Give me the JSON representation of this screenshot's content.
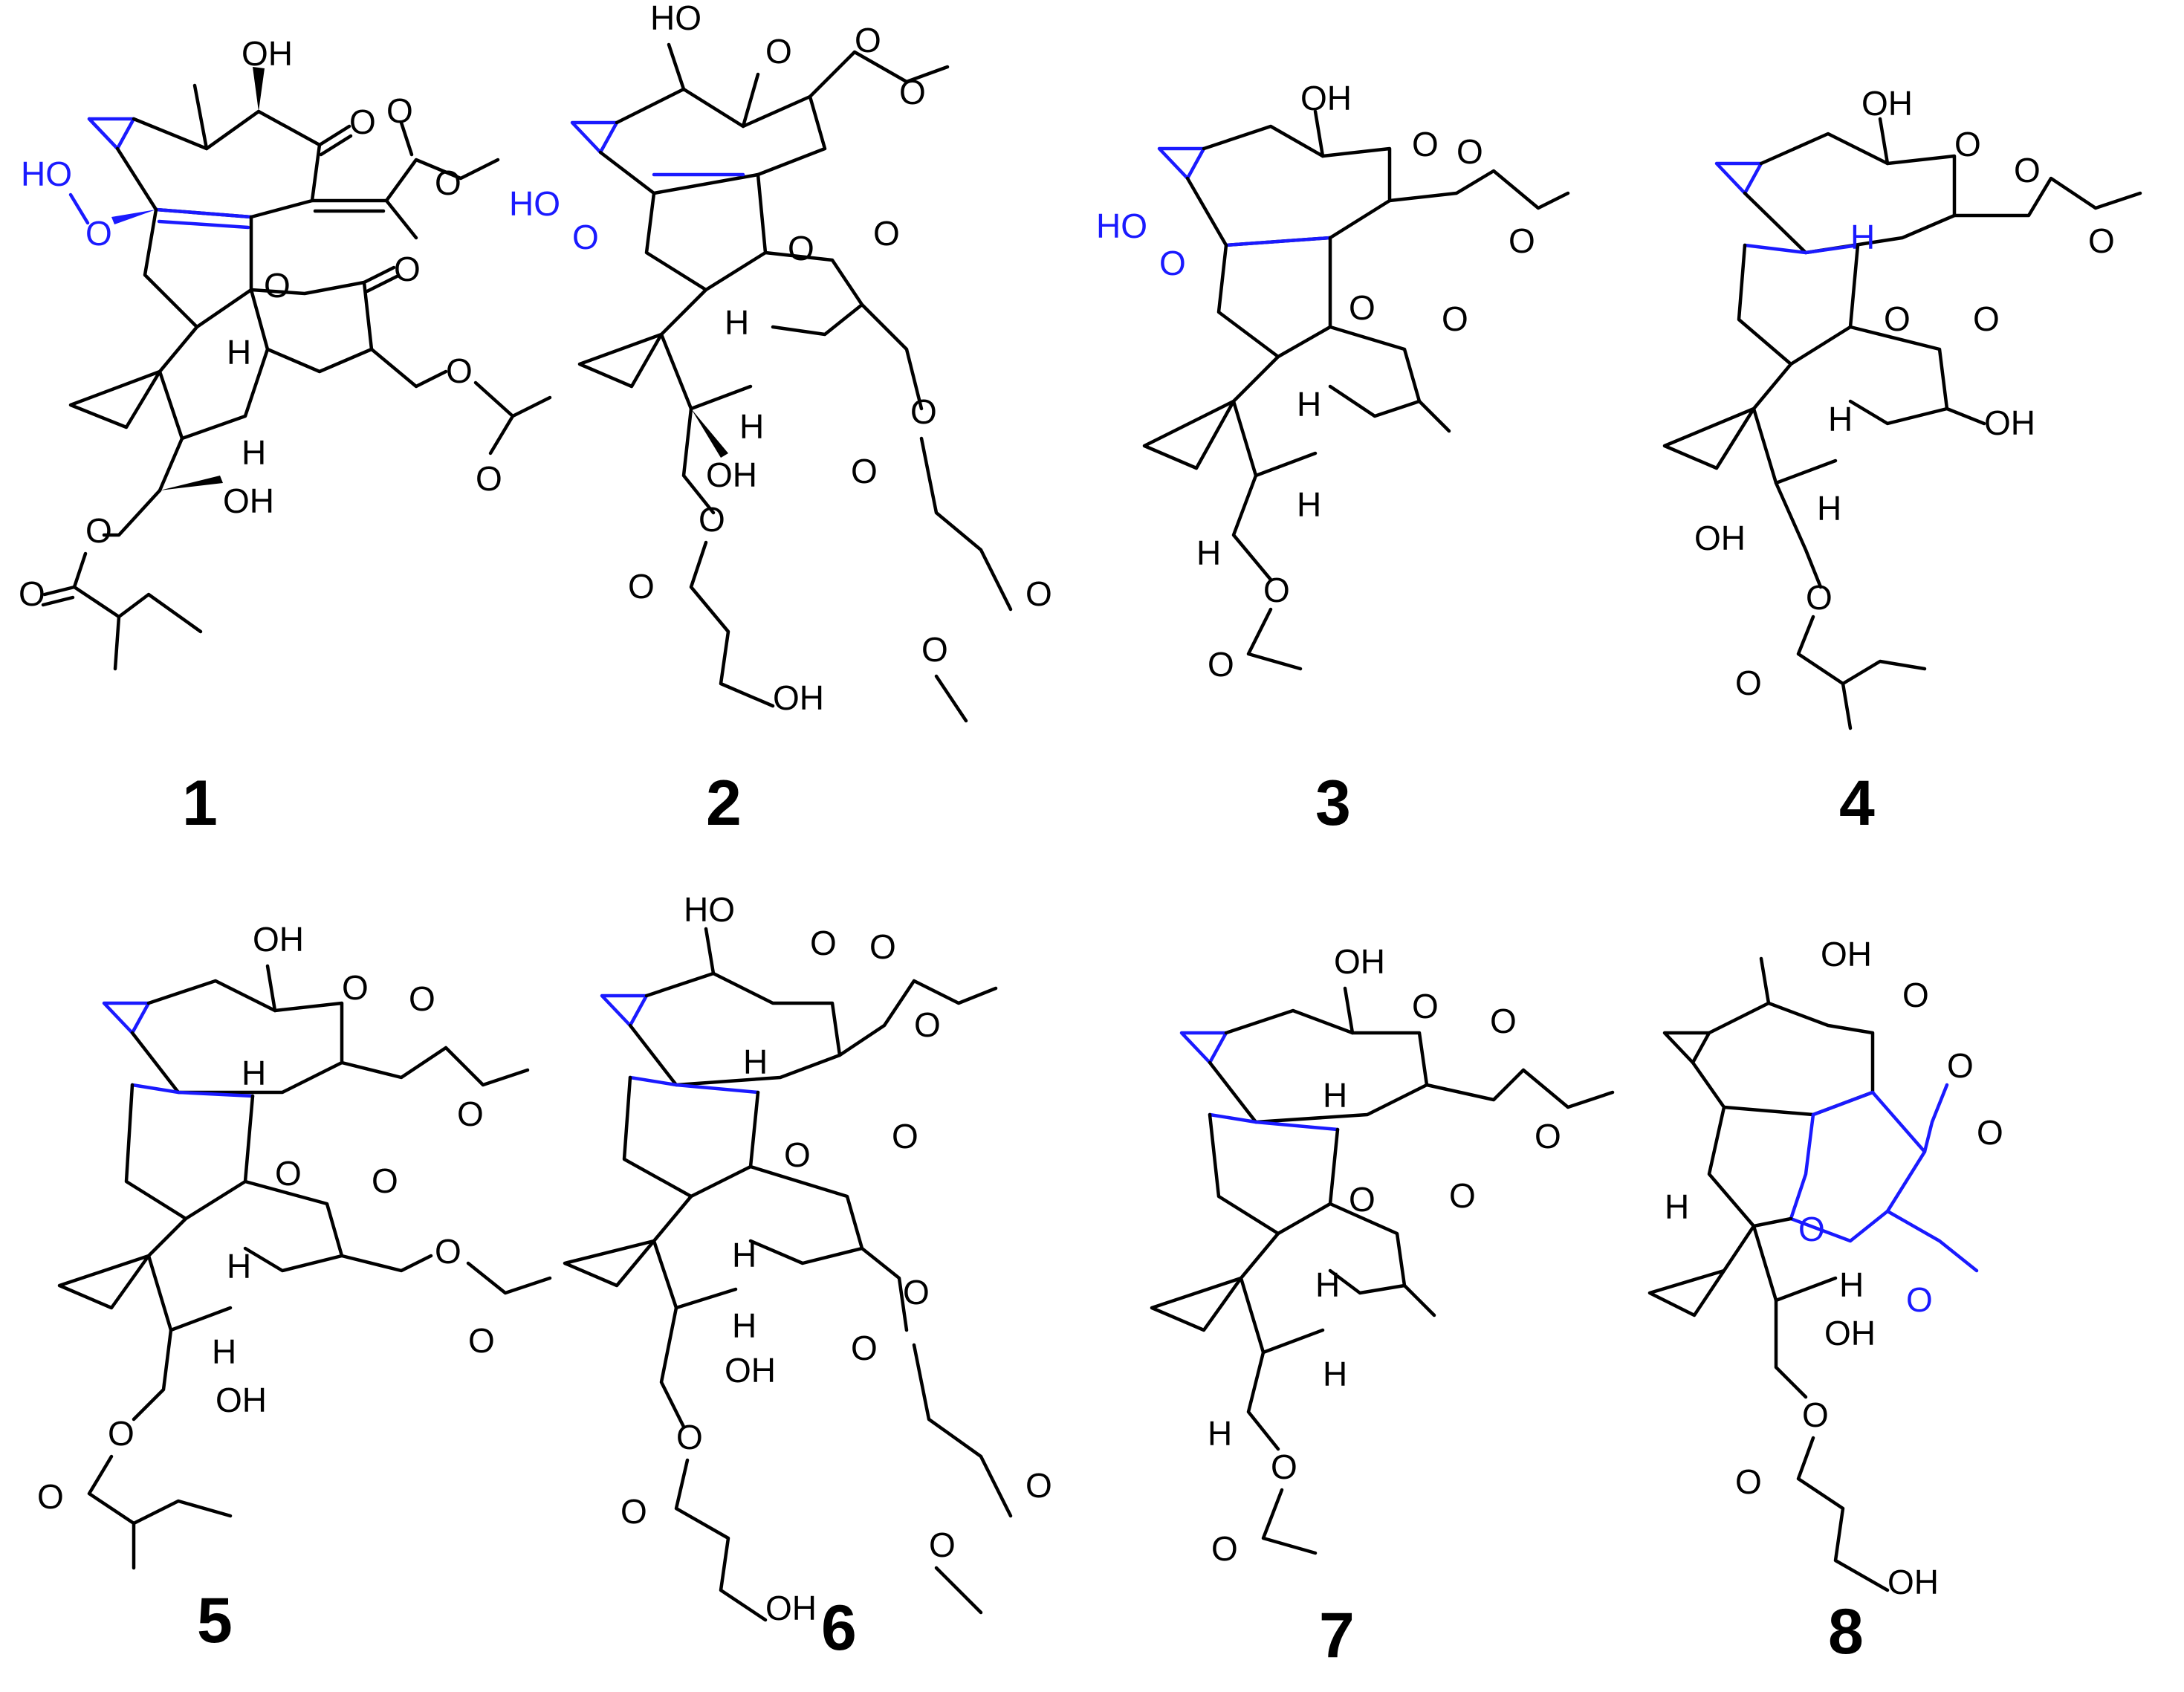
{
  "compounds": [
    {
      "number": "1",
      "highlight_color": "#1a1aff"
    },
    {
      "number": "2",
      "highlight_color": "#1a1aff"
    },
    {
      "number": "3",
      "highlight_color": "#1a1aff"
    },
    {
      "number": "4",
      "highlight_color": "#1a1aff"
    },
    {
      "number": "5",
      "highlight_color": "#1a1aff"
    },
    {
      "number": "6",
      "highlight_color": "#1a1aff"
    },
    {
      "number": "7",
      "highlight_color": "#1a1aff"
    },
    {
      "number": "8",
      "highlight_color": "#1a1aff"
    }
  ],
  "atom_labels": {
    "oh": "OH",
    "ho": "HO",
    "o": "O",
    "h": "H",
    "hoo_a": "HO",
    "hoo_b": "O"
  }
}
